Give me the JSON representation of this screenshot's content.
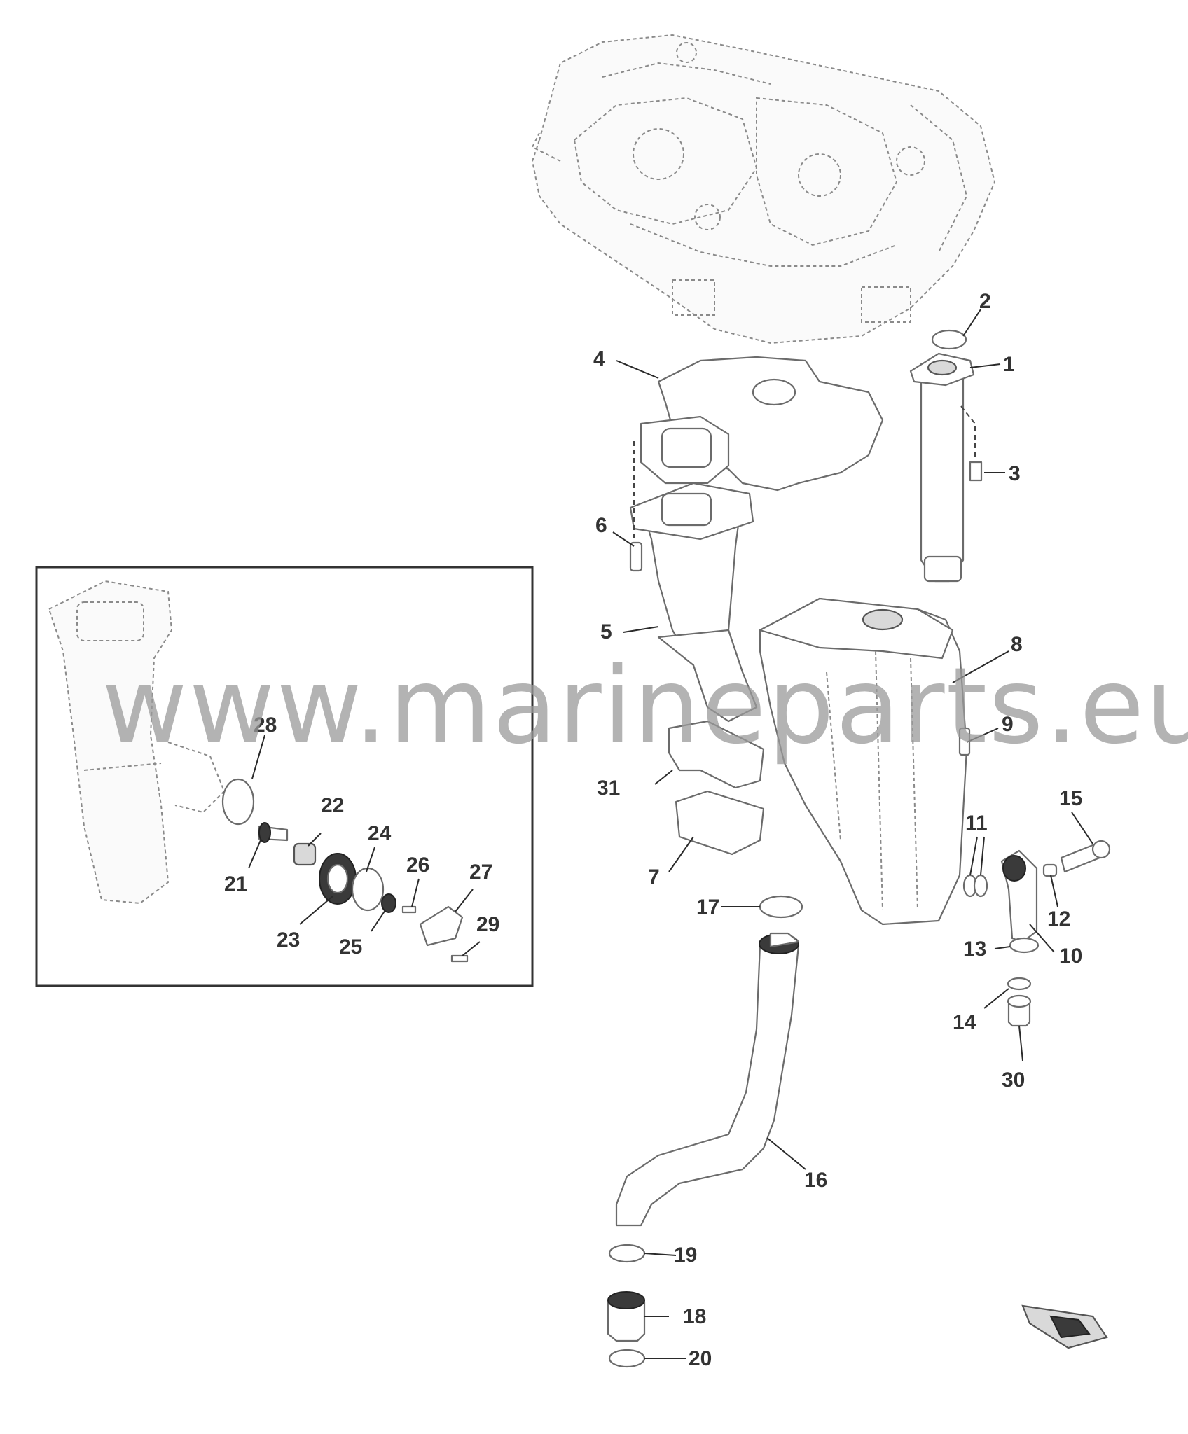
{
  "watermark": "www.marineparts.eu",
  "callouts": [
    {
      "id": "1",
      "label": "1"
    },
    {
      "id": "2",
      "label": "2"
    },
    {
      "id": "3",
      "label": "3"
    },
    {
      "id": "4",
      "label": "4"
    },
    {
      "id": "5",
      "label": "5"
    },
    {
      "id": "6",
      "label": "6"
    },
    {
      "id": "7",
      "label": "7"
    },
    {
      "id": "8",
      "label": "8"
    },
    {
      "id": "9",
      "label": "9"
    },
    {
      "id": "10",
      "label": "10"
    },
    {
      "id": "11",
      "label": "11"
    },
    {
      "id": "12",
      "label": "12"
    },
    {
      "id": "13",
      "label": "13"
    },
    {
      "id": "14",
      "label": "14"
    },
    {
      "id": "15",
      "label": "15"
    },
    {
      "id": "16",
      "label": "16"
    },
    {
      "id": "17",
      "label": "17"
    },
    {
      "id": "18",
      "label": "18"
    },
    {
      "id": "19",
      "label": "19"
    },
    {
      "id": "20",
      "label": "20"
    },
    {
      "id": "21",
      "label": "21"
    },
    {
      "id": "22",
      "label": "22"
    },
    {
      "id": "23",
      "label": "23"
    },
    {
      "id": "24",
      "label": "24"
    },
    {
      "id": "25",
      "label": "25"
    },
    {
      "id": "26",
      "label": "26"
    },
    {
      "id": "27",
      "label": "27"
    },
    {
      "id": "28",
      "label": "28"
    },
    {
      "id": "29",
      "label": "29"
    },
    {
      "id": "30",
      "label": "30"
    },
    {
      "id": "31",
      "label": "31"
    }
  ]
}
